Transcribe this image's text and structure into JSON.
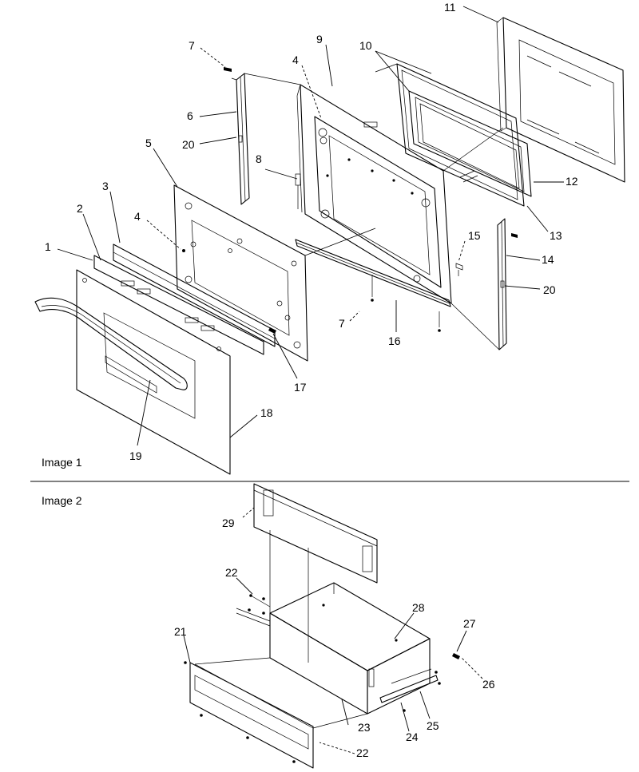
{
  "image1": {
    "caption": "Image 1",
    "callouts": [
      {
        "id": "c1",
        "label": "1"
      },
      {
        "id": "c2",
        "label": "2"
      },
      {
        "id": "c3",
        "label": "3"
      },
      {
        "id": "c4a",
        "label": "4"
      },
      {
        "id": "c4b",
        "label": "4"
      },
      {
        "id": "c5",
        "label": "5"
      },
      {
        "id": "c6",
        "label": "6"
      },
      {
        "id": "c7a",
        "label": "7"
      },
      {
        "id": "c7b",
        "label": "7"
      },
      {
        "id": "c8",
        "label": "8"
      },
      {
        "id": "c9",
        "label": "9"
      },
      {
        "id": "c10",
        "label": "10"
      },
      {
        "id": "c11",
        "label": "11"
      },
      {
        "id": "c12",
        "label": "12"
      },
      {
        "id": "c13",
        "label": "13"
      },
      {
        "id": "c14",
        "label": "14"
      },
      {
        "id": "c15",
        "label": "15"
      },
      {
        "id": "c16",
        "label": "16"
      },
      {
        "id": "c17",
        "label": "17"
      },
      {
        "id": "c18",
        "label": "18"
      },
      {
        "id": "c19",
        "label": "19"
      },
      {
        "id": "c20a",
        "label": "20"
      },
      {
        "id": "c20b",
        "label": "20"
      }
    ]
  },
  "image2": {
    "caption": "Image 2",
    "callouts": [
      {
        "id": "c21",
        "label": "21"
      },
      {
        "id": "c22a",
        "label": "22"
      },
      {
        "id": "c22b",
        "label": "22"
      },
      {
        "id": "c23",
        "label": "23"
      },
      {
        "id": "c24",
        "label": "24"
      },
      {
        "id": "c25",
        "label": "25"
      },
      {
        "id": "c26",
        "label": "26"
      },
      {
        "id": "c27",
        "label": "27"
      },
      {
        "id": "c28",
        "label": "28"
      },
      {
        "id": "c29",
        "label": "29"
      }
    ]
  }
}
